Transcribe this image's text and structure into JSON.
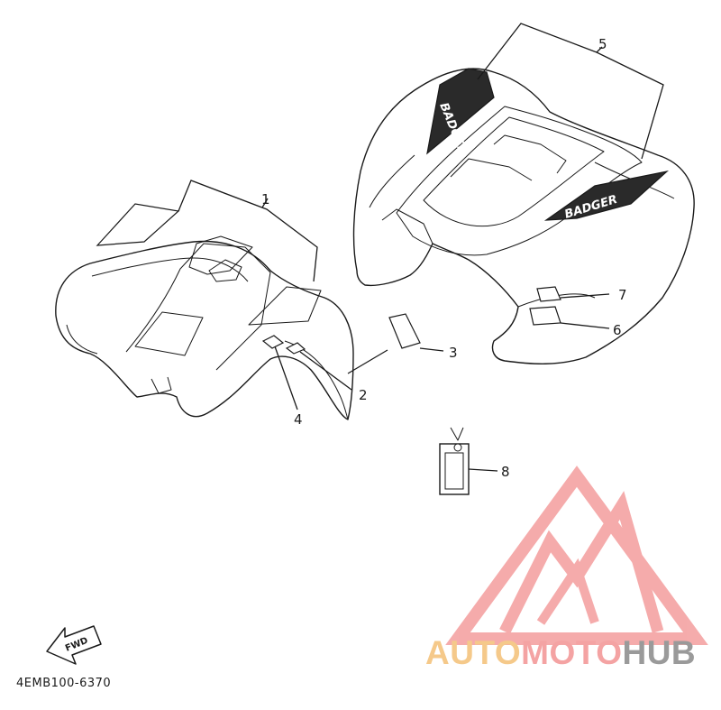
{
  "diagram": {
    "part_code": "4EMB100-6370",
    "callouts": [
      {
        "id": "1",
        "label": "1"
      },
      {
        "id": "2",
        "label": "2"
      },
      {
        "id": "3",
        "label": "3"
      },
      {
        "id": "4",
        "label": "4"
      },
      {
        "id": "5",
        "label": "5"
      },
      {
        "id": "6",
        "label": "6"
      },
      {
        "id": "7",
        "label": "7"
      },
      {
        "id": "8",
        "label": "8"
      }
    ],
    "decal_text": "BADGER",
    "fwd_label": "FWD"
  },
  "watermark": {
    "part1": "AUTO",
    "part2": "MOTO",
    "part3": "HUB",
    "colors": {
      "auto": "#f5c98a",
      "moto": "#f4a3a3",
      "hub": "#9a9a9a",
      "logo": "#f4a3a3"
    }
  }
}
